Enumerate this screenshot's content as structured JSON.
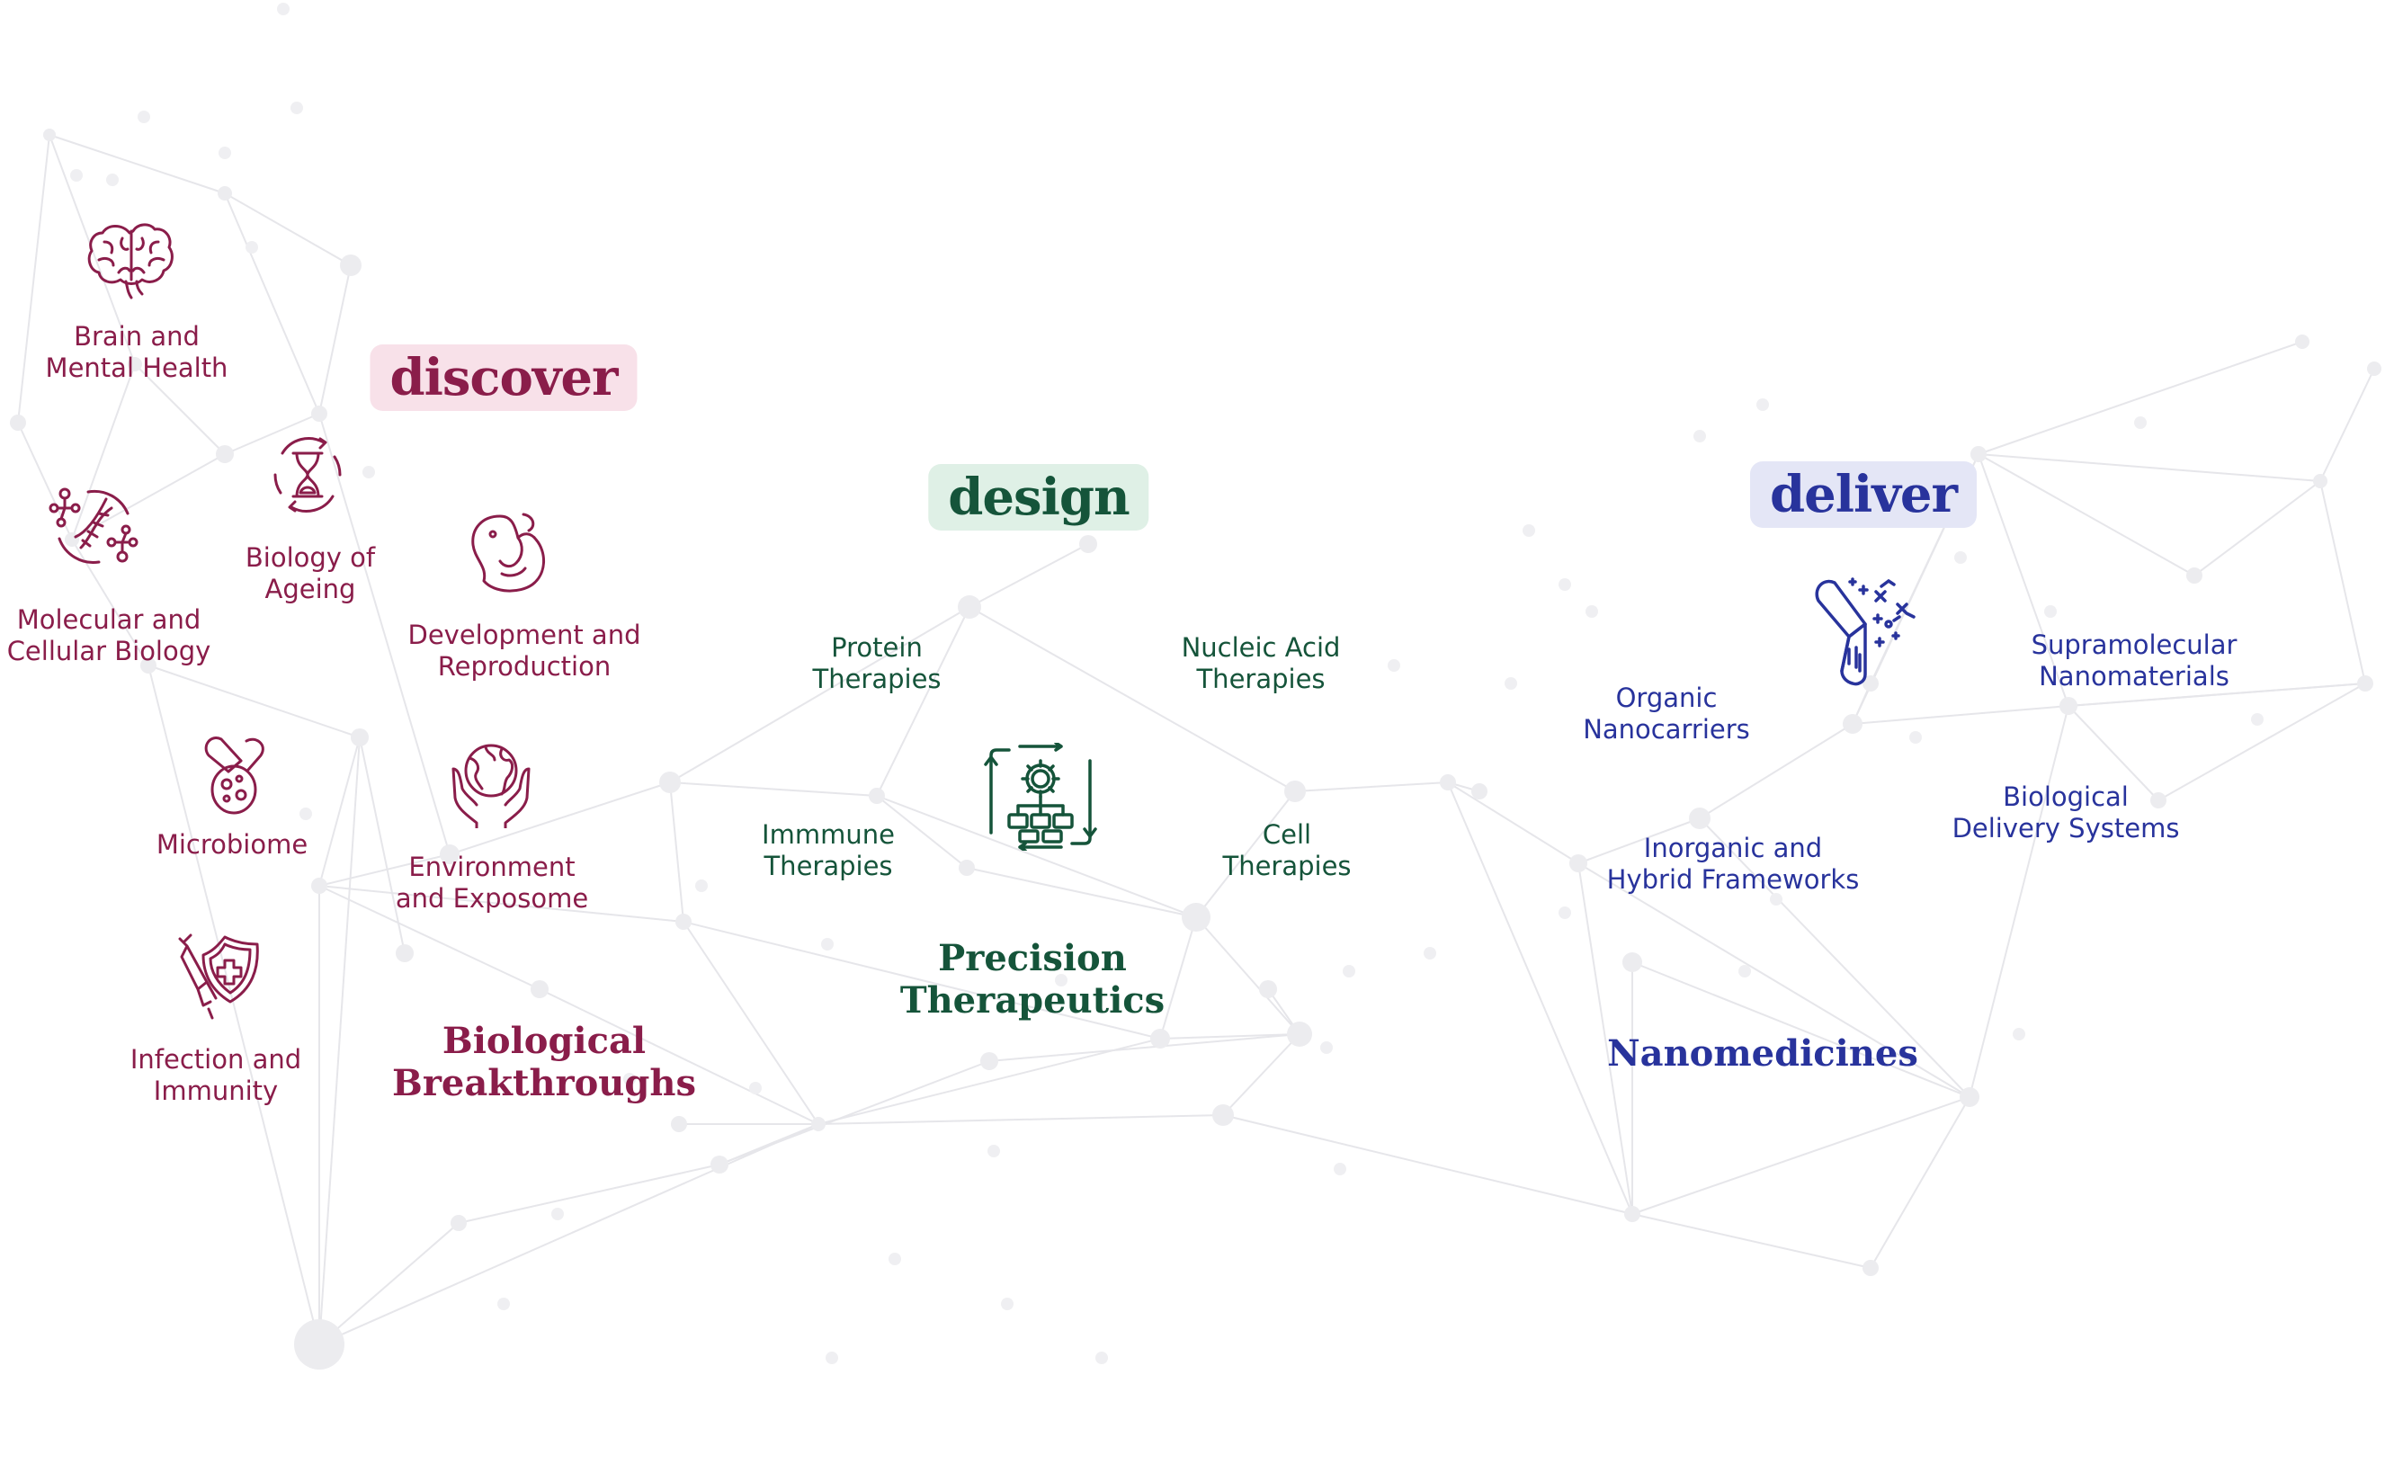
{
  "colors": {
    "discover": "#8a1d4a",
    "design": "#15543a",
    "deliver": "#28339c",
    "discover_pill": "#f8e1e9",
    "design_pill": "#dff0e6",
    "deliver_pill": "#e4e6f6",
    "network": "#e6e6ea"
  },
  "discover": {
    "heading": "discover",
    "group_title": [
      "Biological",
      "Breakthroughs"
    ],
    "items": [
      {
        "icon": "brain-icon",
        "lines": [
          "Brain and",
          "Mental Health"
        ]
      },
      {
        "icon": "hourglass-icon",
        "lines": [
          "Biology of",
          "Ageing"
        ]
      },
      {
        "icon": "dna-molecule-icon",
        "lines": [
          "Molecular and",
          "Cellular Biology"
        ]
      },
      {
        "icon": "embryo-icon",
        "lines": [
          "Development and",
          "Reproduction"
        ]
      },
      {
        "icon": "capsule-microbe-icon",
        "lines": [
          "Microbiome"
        ]
      },
      {
        "icon": "globe-hands-icon",
        "lines": [
          "Environment",
          "and Exposome"
        ]
      },
      {
        "icon": "shield-syringe-icon",
        "lines": [
          "Infection and",
          "Immunity"
        ]
      }
    ]
  },
  "design": {
    "heading": "design",
    "group_title": [
      "Precision",
      "Therapeutics"
    ],
    "icon": "gear-workflow-icon",
    "items": [
      {
        "lines": [
          "Protein",
          "Therapies"
        ]
      },
      {
        "lines": [
          "Nucleic Acid",
          "Therapies"
        ]
      },
      {
        "lines": [
          "Immmune",
          "Therapies"
        ]
      },
      {
        "lines": [
          "Cell",
          "Therapies"
        ]
      }
    ]
  },
  "deliver": {
    "heading": "deliver",
    "group_title": [
      "Nanomedicines"
    ],
    "icon": "capsule-nanoparticle-icon",
    "items": [
      {
        "lines": [
          "Organic",
          "Nanocarriers"
        ]
      },
      {
        "lines": [
          "Supramolecular",
          "Nanomaterials"
        ]
      },
      {
        "lines": [
          "Inorganic and",
          "Hybrid Frameworks"
        ]
      },
      {
        "lines": [
          "Biological",
          "Delivery Systems"
        ]
      }
    ]
  }
}
